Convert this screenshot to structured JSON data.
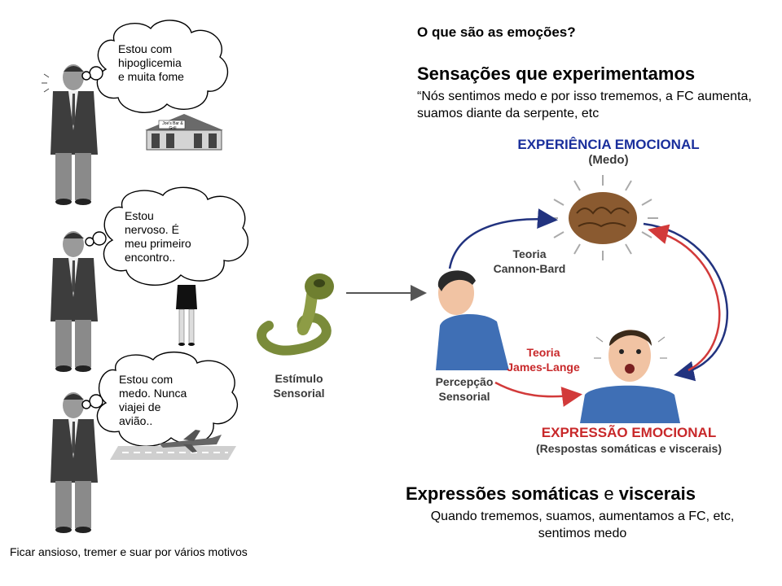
{
  "slide": {
    "question": "O que são as emoções?",
    "sensations_title": "Sensações que experimentamos",
    "sensations_body": "“Nós sentimos medo e por isso trememos, a FC aumenta, suamos diante da serpente, etc",
    "expressions_title_bold_1": "Expressões somáticas",
    "expressions_title_mid": " e ",
    "expressions_title_bold_2": "viscerais",
    "expressions_body": "Quando trememos, suamos, aumentamos a FC, etc, sentimos medo",
    "footer": "Ficar ansioso, tremer e suar por vários motivos"
  },
  "bubbles": [
    {
      "text_lines": [
        "Estou com",
        "hipoglicemia",
        "e muita fome"
      ],
      "scene": "restaurant"
    },
    {
      "text_lines": [
        "Estou",
        "nervoso. É",
        "meu primeiro",
        "encontro.."
      ],
      "scene": "date"
    },
    {
      "text_lines": [
        "Estou com",
        "medo. Nunca",
        "viajei de",
        "avião.."
      ],
      "scene": "airplane"
    }
  ],
  "restaurant_sign": "Joe's Bar & Grill",
  "diagram": {
    "experience_title": "EXPERIÊNCIA EMOCIONAL",
    "experience_sub": "(Medo)",
    "cannon_bard_1": "Teoria",
    "cannon_bard_2": "Cannon-Bard",
    "james_lange_1": "Teoria",
    "james_lange_2": "James-Lange",
    "perception_1": "Percepção",
    "perception_2": "Sensorial",
    "stimulus_1": "Estímulo",
    "stimulus_2": "Sensorial",
    "expression_title": "EXPRESSÃO EMOCIONAL",
    "expression_sub": "(Respostas somáticas e viscerais)",
    "colors": {
      "title_blue": "#1a2f9c",
      "arrow_blue": "#22337f",
      "arrow_red": "#d23a3a",
      "red_label": "#c8282a",
      "dark_text": "#3a3a3a"
    }
  }
}
